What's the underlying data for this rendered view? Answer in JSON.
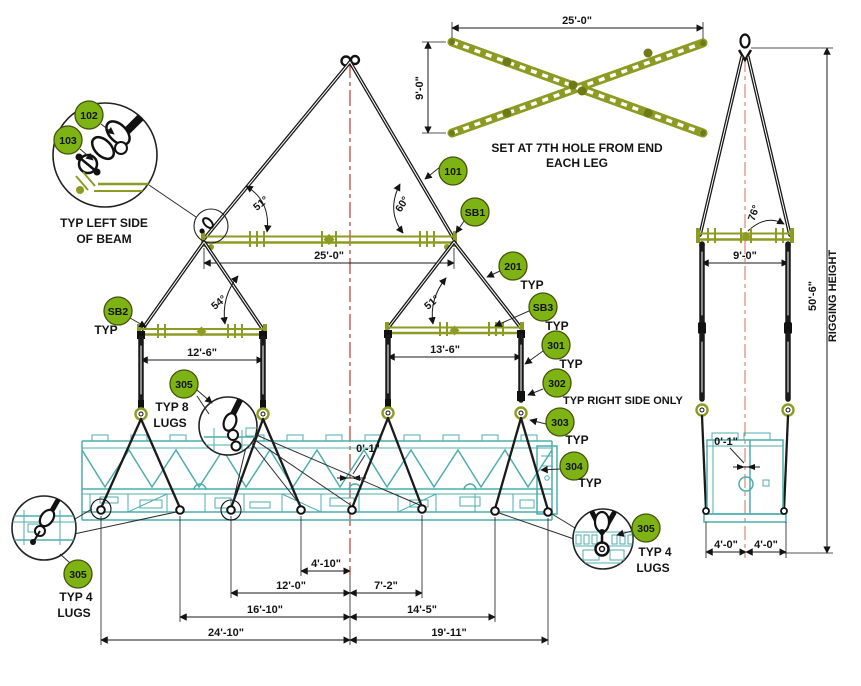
{
  "colors": {
    "line": "#1a1a1a",
    "beam_olive": "#8e9b22",
    "callout_green": "#7db414",
    "unit_teal": "#4cadad",
    "centerline_red": "#c63828",
    "centerline_salmon": "#d98875"
  },
  "front": {
    "beam_span": "25'-0\"",
    "sb2_span": "12'-6\"",
    "sb3_span": "13'-6\"",
    "angle_left": "51°",
    "angle_right": "60°",
    "angle_sb2": "54°",
    "angle_sb3": "51°",
    "cg_offset": "0'-1\"",
    "dims": {
      "d4_10": "4'-10\"",
      "d12_0": "12'-0\"",
      "d7_2": "7'-2\"",
      "d16_10": "16'-10\"",
      "d14_5": "14'-5\"",
      "d24_10": "24'-10\"",
      "d19_11": "19'-11\""
    }
  },
  "top_view": {
    "span": "25'-0\"",
    "width": "9'-0\"",
    "note1": "SET AT 7TH HOLE FROM END",
    "note2": "EACH LEG"
  },
  "side": {
    "angle": "76°",
    "beam_span": "9'-0\"",
    "cg_offset": "0'-1\"",
    "dim_left": "4'-0\"",
    "dim_right": "4'-0\"",
    "height": "50'-6\"",
    "height_label": "RIGGING HEIGHT"
  },
  "callouts": {
    "c101": "101",
    "c102": "102",
    "c103": "103",
    "c201": "201",
    "c301": "301",
    "c302": "302",
    "c303": "303",
    "c304": "304",
    "c305": "305",
    "sb1": "SB1",
    "sb2": "SB2",
    "sb3": "SB3"
  },
  "labels": {
    "typ": "TYP",
    "typ_right_side": "TYP RIGHT SIDE ONLY",
    "left_beam_1": "TYP LEFT SIDE",
    "left_beam_2": "OF BEAM",
    "typ_8": "TYP 8",
    "typ_4": "TYP 4",
    "lugs": "LUGS"
  }
}
